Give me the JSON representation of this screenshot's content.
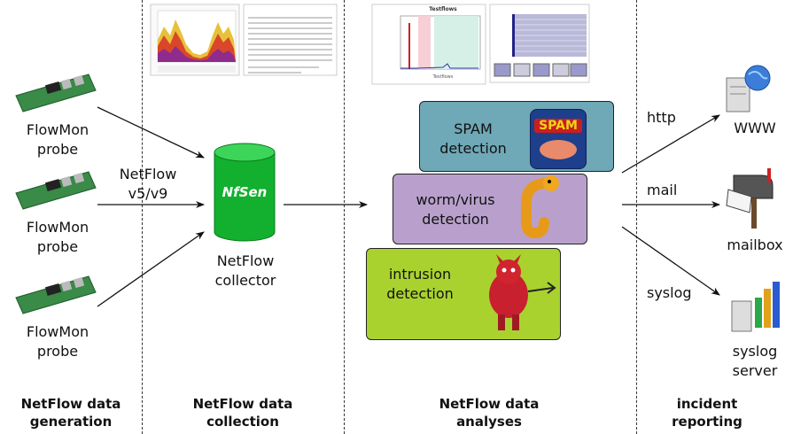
{
  "probes": [
    {
      "line1": "FlowMon",
      "line2": "probe"
    },
    {
      "line1": "FlowMon",
      "line2": "probe"
    },
    {
      "line1": "FlowMon",
      "line2": "probe"
    }
  ],
  "netflow_label": {
    "line1": "NetFlow",
    "line2": "v5/v9"
  },
  "collector": {
    "logo": "NfSen",
    "line1": "NetFlow",
    "line2": "collector"
  },
  "analyses": [
    {
      "line1": "SPAM",
      "line2": "detection",
      "color": "#6fa8b6"
    },
    {
      "line1": "worm/virus",
      "line2": "detection",
      "color": "#b9a0cc"
    },
    {
      "line1": "intrusion",
      "line2": "detection",
      "color": "#a9d22f"
    }
  ],
  "spam_can": "SPAM",
  "outputs": [
    {
      "channel": "http",
      "target": "WWW"
    },
    {
      "channel": "mail",
      "target": "mailbox"
    },
    {
      "channel": "syslog",
      "target_line1": "syslog",
      "target_line2": "server"
    }
  ],
  "columns": [
    {
      "line1": "NetFlow data",
      "line2": "generation"
    },
    {
      "line1": "NetFlow data",
      "line2": "collection"
    },
    {
      "line1": "NetFlow data",
      "line2": "analyses"
    },
    {
      "line1": "incident",
      "line2": "reporting"
    }
  ],
  "thumbnails": {
    "analysis_left_title": "Testflows",
    "analysis_left_xlabel": "Testflows"
  }
}
